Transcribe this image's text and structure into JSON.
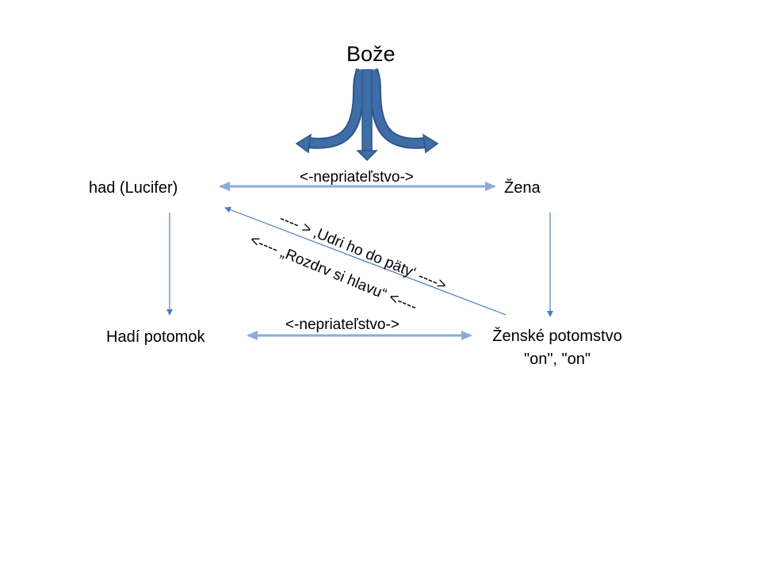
{
  "title": "Bože",
  "nodes": {
    "had": "had (Lucifer)",
    "zena": "Žena",
    "hadi_potomok": "Hadí potomok",
    "zenske_potomstvo": "Ženské potomstvo",
    "zenske_potomstvo_sub": "\"on\", \"on\""
  },
  "edges": {
    "top_enmity": "<-nepriateľstvo->",
    "bottom_enmity": "<-nepriateľstvo->",
    "diag_upper": "---- > ‚Udri ho do päty‘ ---->",
    "diag_lower": "<---- „Rozdrv si hlavu“ <----"
  },
  "colors": {
    "dark_arrow": "#3E6DA8",
    "dark_arrow_edge": "#2F5689",
    "light_arrow": "#8EAADB",
    "thin_line": "#4A7EBB"
  }
}
